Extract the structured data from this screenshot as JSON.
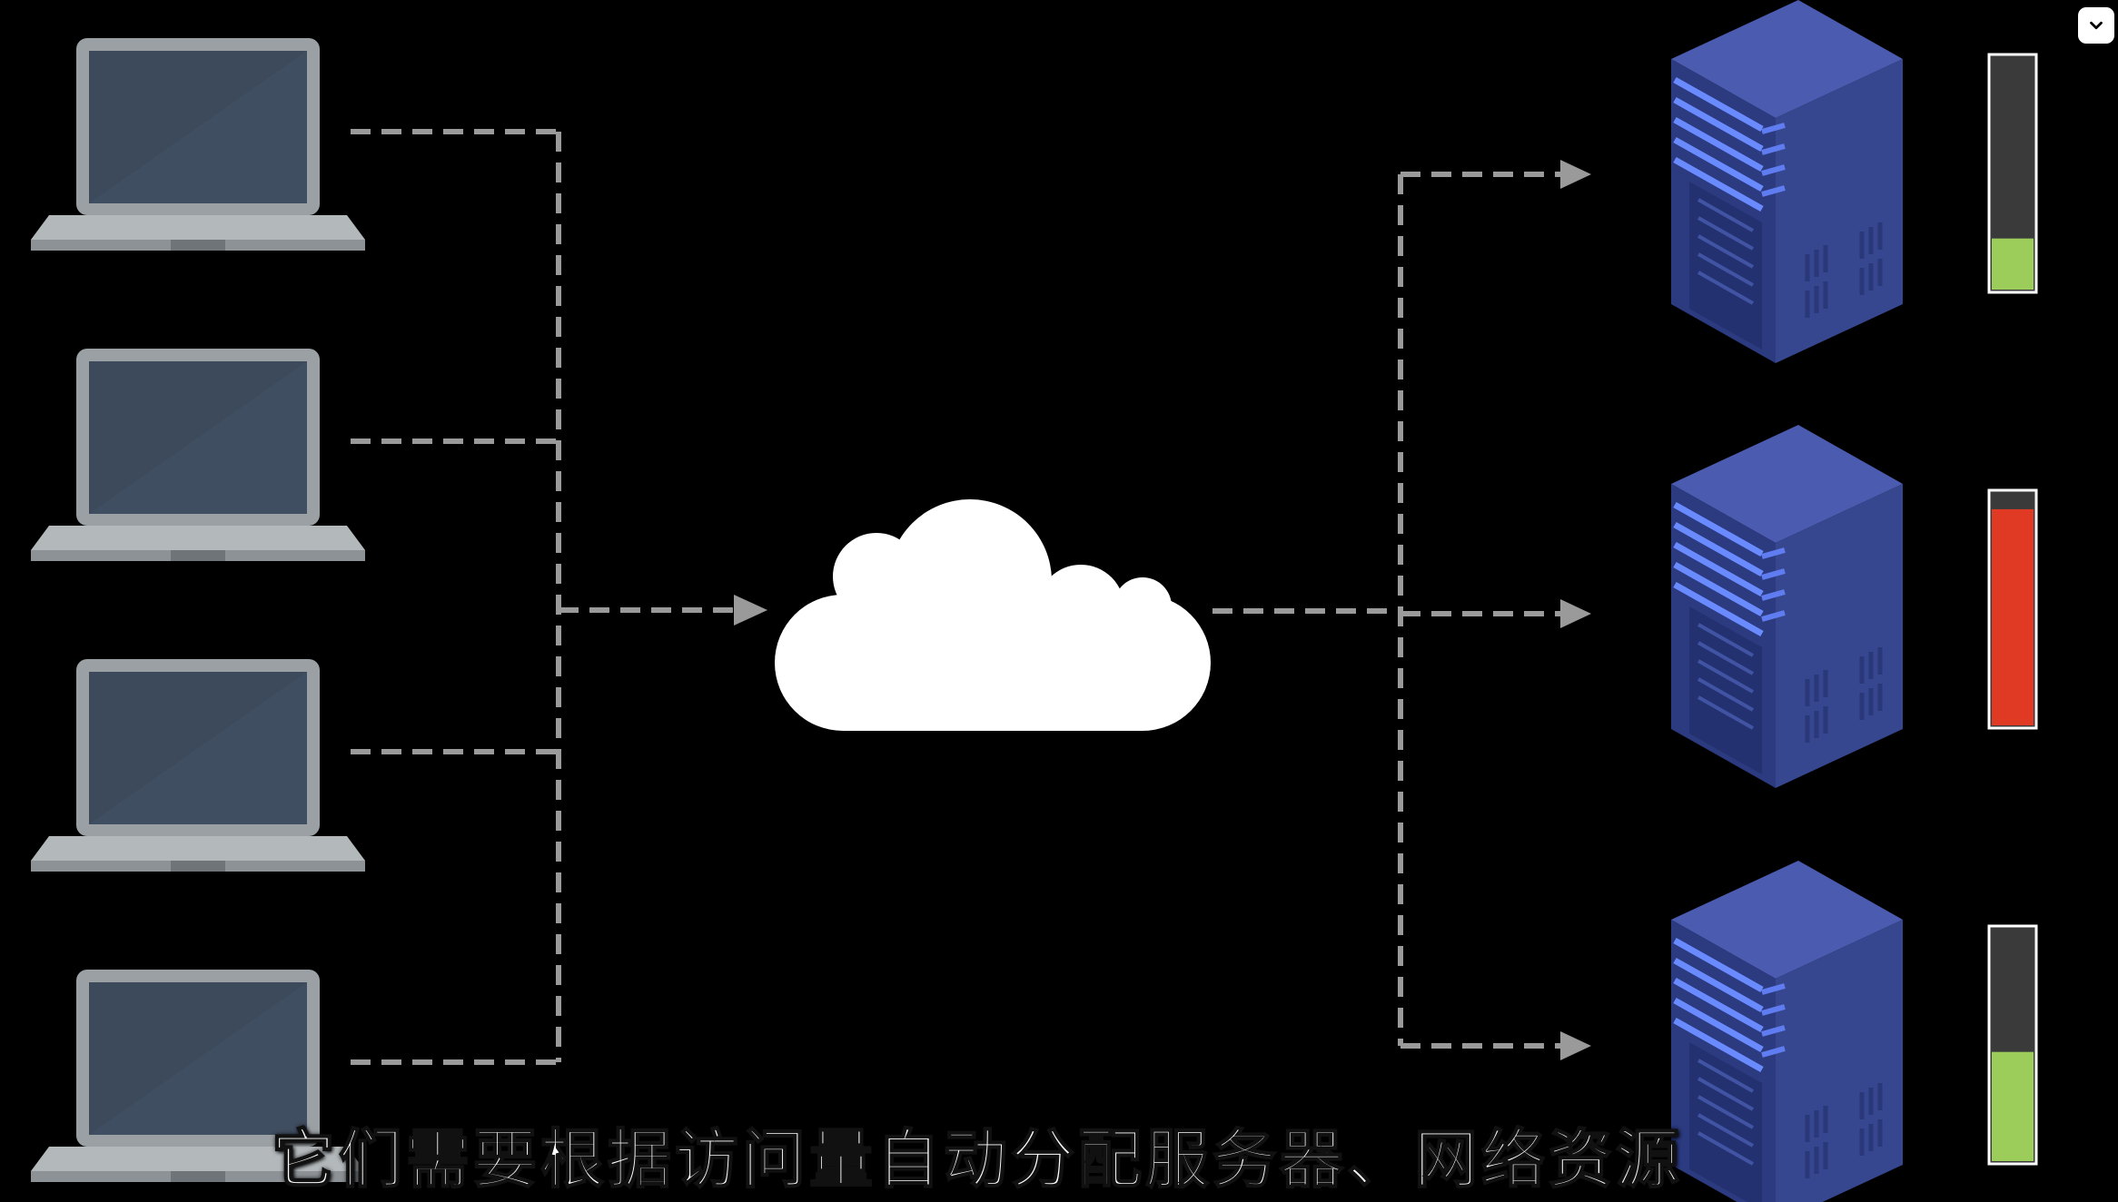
{
  "subtitle": "它们需要根据访问量自动分配服务器、网络资源",
  "controls": {
    "collapse_icon": "chevron-down-icon"
  },
  "diagram": {
    "clients": 4,
    "servers": [
      {
        "load": 0.22,
        "status_color": "#9ccc5a"
      },
      {
        "load": 0.93,
        "status_color": "#e03a24"
      },
      {
        "load": 0.47,
        "status_color": "#9ccc5a"
      }
    ],
    "colors": {
      "background": "#000000",
      "laptop_frame": "#9aa0a4",
      "laptop_screen": "#3d4a5c",
      "connector": "#9a9a9a",
      "cloud": "#ffffff",
      "server_body": "#37478f",
      "server_light": "#6a8bff",
      "meter_empty": "#3a3a3a",
      "meter_border": "#ffffff"
    }
  }
}
